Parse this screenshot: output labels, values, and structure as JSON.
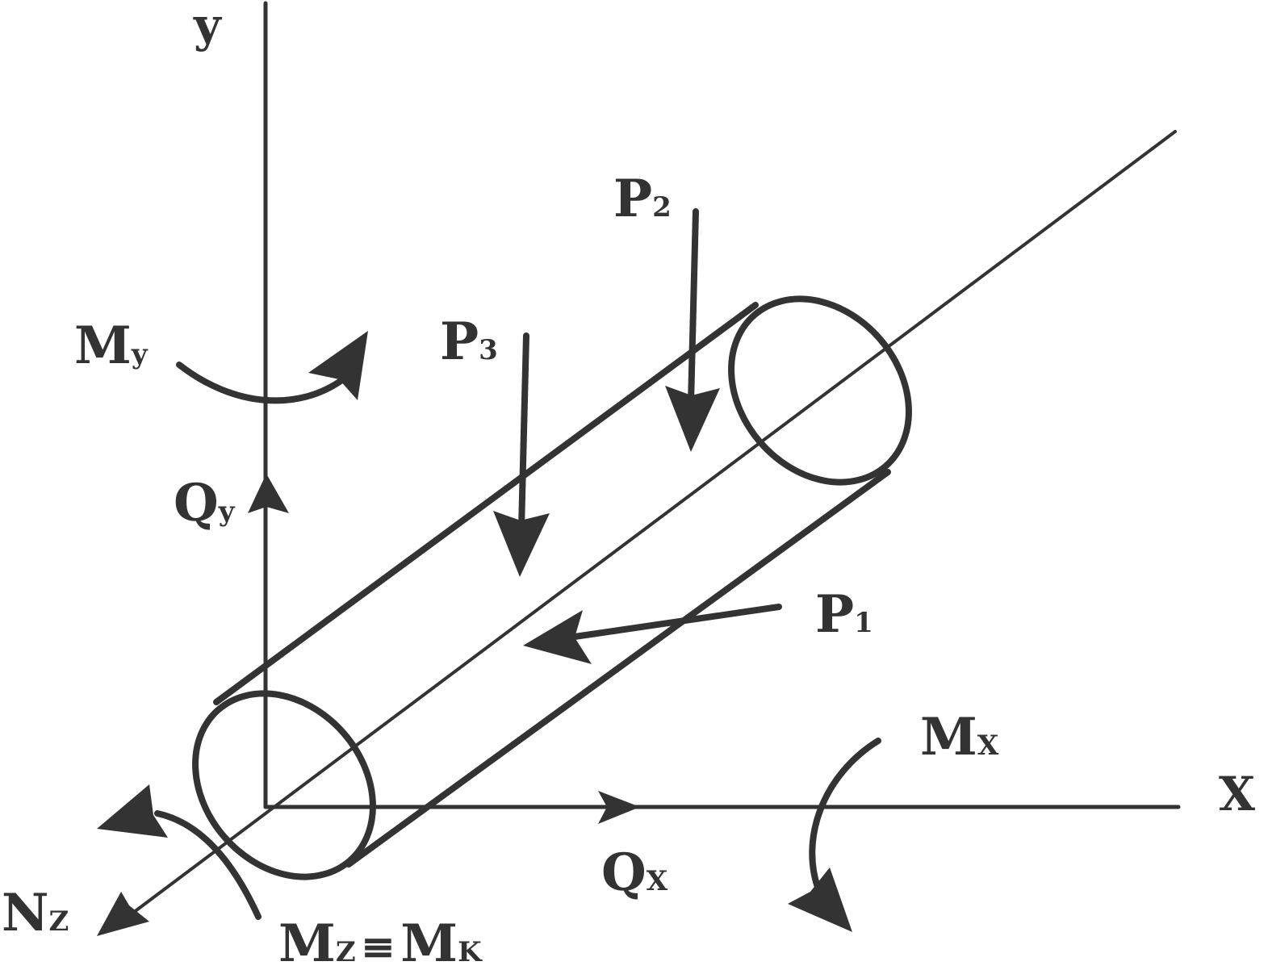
{
  "diagram": {
    "colors": {
      "stroke": "#333333",
      "background": "#ffffff"
    },
    "axes": {
      "y": "y",
      "x": "X"
    },
    "forces": {
      "p1": {
        "letter": "P",
        "sub": "1"
      },
      "p2": {
        "letter": "P",
        "sub": "2"
      },
      "p3": {
        "letter": "P",
        "sub": "3"
      },
      "qy": {
        "letter": "Q",
        "sub": "y"
      },
      "qx": {
        "letter": "Q",
        "sub": "X"
      },
      "nz": {
        "letter": "N",
        "sub": "Z"
      }
    },
    "moments": {
      "my": {
        "letter": "M",
        "sub": "y"
      },
      "mx": {
        "letter": "M",
        "sub": "X"
      },
      "mz": {
        "letter": "M",
        "sub": "Z",
        "equiv": "≡",
        "letter2": "M",
        "sub2": "K"
      }
    }
  }
}
